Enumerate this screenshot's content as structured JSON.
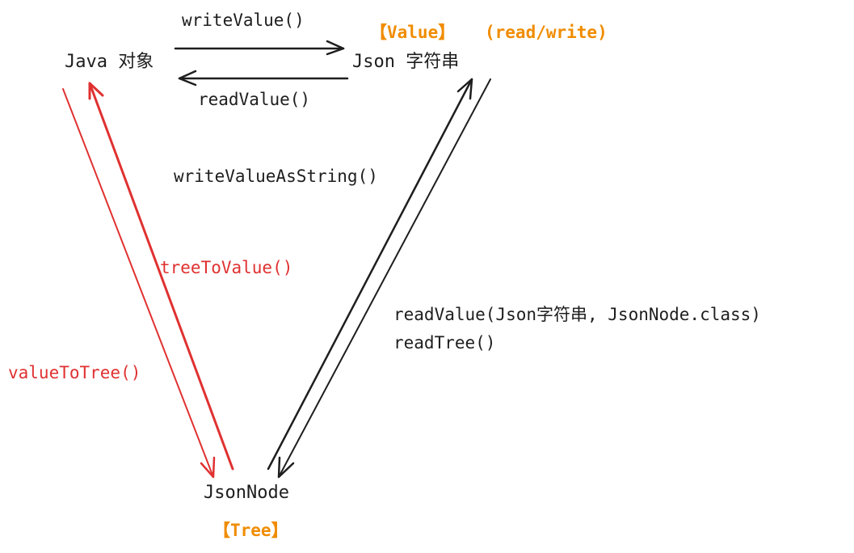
{
  "diagram": {
    "title": "Jackson ObjectMapper conversions",
    "colors": {
      "text": "#1e1e1e",
      "red": "#e03131",
      "orange": "#f08c00",
      "background": "#ffffff"
    },
    "nodes": {
      "java_object": "Java 对象",
      "json_string": "Json 字符串",
      "json_node": "JsonNode"
    },
    "tags": {
      "value": "【Value】",
      "read_write": "(read/write)",
      "tree": "【Tree】"
    },
    "edges": [
      {
        "id": "write-value",
        "from": "Java 对象",
        "to": "Json 字符串",
        "label": "writeValue()",
        "color": "black"
      },
      {
        "id": "read-value",
        "from": "Json 字符串",
        "to": "Java 对象",
        "label": "readValue()",
        "color": "black"
      },
      {
        "id": "write-value-as-string",
        "from": "JsonNode",
        "to": "Json 字符串",
        "label": "writeValueAsString()",
        "color": "black"
      },
      {
        "id": "read-tree",
        "from": "Json 字符串",
        "to": "JsonNode",
        "label_lines": [
          "readValue(Json字符串, JsonNode.class)",
          "readTree()"
        ],
        "color": "black"
      },
      {
        "id": "tree-to-value",
        "from": "JsonNode",
        "to": "Java 对象",
        "label": "treeToValue()",
        "color": "red"
      },
      {
        "id": "value-to-tree",
        "from": "Java 对象",
        "to": "JsonNode",
        "label": "valueToTree()",
        "color": "red"
      }
    ]
  }
}
